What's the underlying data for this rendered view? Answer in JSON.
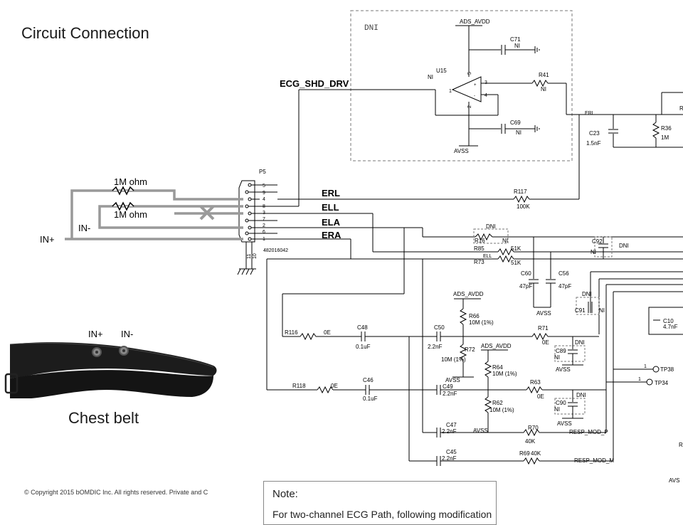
{
  "title": "Circuit Connection",
  "belt": {
    "label": "Chest belt",
    "in_plus": "IN+",
    "in_minus": "IN-"
  },
  "left_wires": {
    "res_top": "1M ohm",
    "res_bottom": "1M ohm",
    "in_minus": "IN-",
    "in_plus": "IN+"
  },
  "connector": {
    "ref": "P5",
    "part": "482016042",
    "pins": [
      "5",
      "9",
      "4",
      "8",
      "3",
      "7",
      "2",
      "6",
      "1"
    ],
    "pin10": "10",
    "pin11": "11"
  },
  "nets": {
    "ecg_shd_drv": "ECG_SHD_DRV",
    "erl": "ERL",
    "ell": "ELL",
    "ela": "ELA",
    "era": "ERA"
  },
  "dni_box": {
    "label": "DNI",
    "ads_avdd": "ADS_AVDD",
    "avss": "AVSS",
    "u15": "U15",
    "u15_val": "NI",
    "c71": "C71",
    "c71_val": "NI",
    "c69": "C69",
    "c69_val": "NI",
    "r41": "R41",
    "r41_val": "NI",
    "pin1": "1",
    "pin2": "2",
    "pin3": "3",
    "pin4": "4",
    "pin5": "5"
  },
  "components": {
    "erl_label": "ERL",
    "ell_label": "ELL",
    "c23": "C23",
    "c23_val": "1.5nF",
    "r36": "R36",
    "r36_val": "1M",
    "r_cut": "R",
    "r117": "R117",
    "r117_val": "100K",
    "dni_top": "DNI",
    "r16": "R16",
    "r16_val": "NI",
    "r85": "R85",
    "r85_val": "51K",
    "r73": "R73",
    "r73_val": "51K",
    "c92": "C92",
    "c92_val": "NI",
    "c92_dni": "DNI",
    "c60": "C60",
    "c60_val": "47pF",
    "c56": "C56",
    "c56_val": "47pF",
    "avss1": "AVSS",
    "c91_dni": "DNI",
    "c91": "C91",
    "c91_val": "NI",
    "c10": "C10",
    "c10_val": "4.7nF",
    "ads_avdd1": "ADS_AVDD",
    "r66": "R66",
    "r66_val": "10M (1%)",
    "r116": "R116",
    "r116_val": "0E",
    "c48": "C48",
    "c48_val": "0.1uF",
    "c50": "C50",
    "c50_val": "2.2nF",
    "r72": "R72",
    "r72_val": "10M (1%)",
    "ads_avdd2": "ADS_AVDD",
    "r64": "R64",
    "r64_val": "10M (1%)",
    "r71": "R71",
    "r71_val": "0E",
    "c89_dni": "DNI",
    "c89": "C89",
    "c89_val": "NI",
    "avss2": "AVSS",
    "avss3": "AVSS",
    "r118": "R118",
    "r118_val": "0E",
    "c46": "C46",
    "c46_val": "0.1uF",
    "c49": "C49",
    "c49_val": "2.2nF",
    "r63": "R63",
    "r63_val": "0E",
    "c90_dni": "DNI",
    "c90": "C90",
    "c90_val": "NI",
    "avss4": "AVSS",
    "r62": "R62",
    "r62_val": "10M (1%)",
    "c47": "C47",
    "c47_val": "2.2nF",
    "avss5": "AVSS",
    "r70": "R70",
    "r70_val": "40K",
    "resp_p": "RESP_MOD_P",
    "c45": "C45",
    "c45_val": "2.2nF",
    "r69": "R69",
    "r69_val": "40K",
    "resp_m": "RESP_MOD_M",
    "tp38_pin": "1",
    "tp38": "TP38",
    "tp34_pin": "1",
    "tp34": "TP34",
    "r_right": "R",
    "avss_bottom": "AVS"
  },
  "copyright": "© Copyright 2015 bOMDIC Inc. All rights reserved. Private and C",
  "note": {
    "title": "Note:",
    "text": "For two-channel ECG Path, following modification"
  }
}
